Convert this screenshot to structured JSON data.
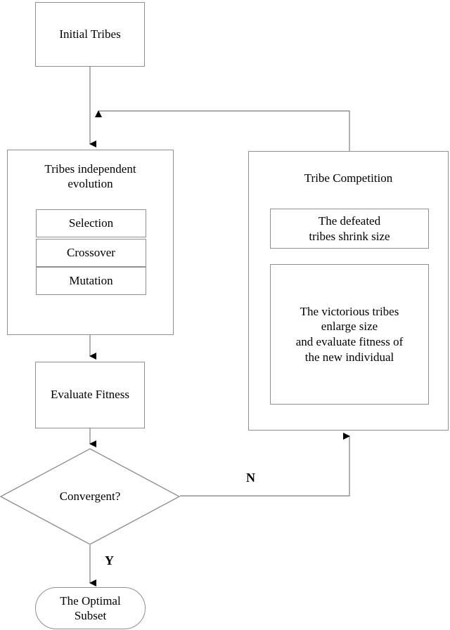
{
  "diagram": {
    "title": "Tribe-based evolutionary algorithm flowchart",
    "line_color": "#909090",
    "arrow_color": "#000000",
    "text_color": "#000000",
    "background": "#ffffff"
  },
  "nodes": {
    "initial": {
      "label": "Initial Tribes"
    },
    "evolution": {
      "title": "Tribes independent\nevolution",
      "steps": [
        {
          "label": "Selection"
        },
        {
          "label": "Crossover"
        },
        {
          "label": "Mutation"
        }
      ]
    },
    "competition": {
      "title": "Tribe Competition",
      "defeated": {
        "label": "The defeated\ntribes shrink size"
      },
      "victorious": {
        "label": "The victorious tribes\nenlarge size\nand evaluate fitness of\nthe new individual"
      }
    },
    "evaluate": {
      "label": "Evaluate Fitness"
    },
    "decision": {
      "label": "Convergent?"
    },
    "terminal": {
      "label": "The Optimal\nSubset"
    }
  },
  "edges": {
    "no_label": "N",
    "yes_label": "Y"
  }
}
